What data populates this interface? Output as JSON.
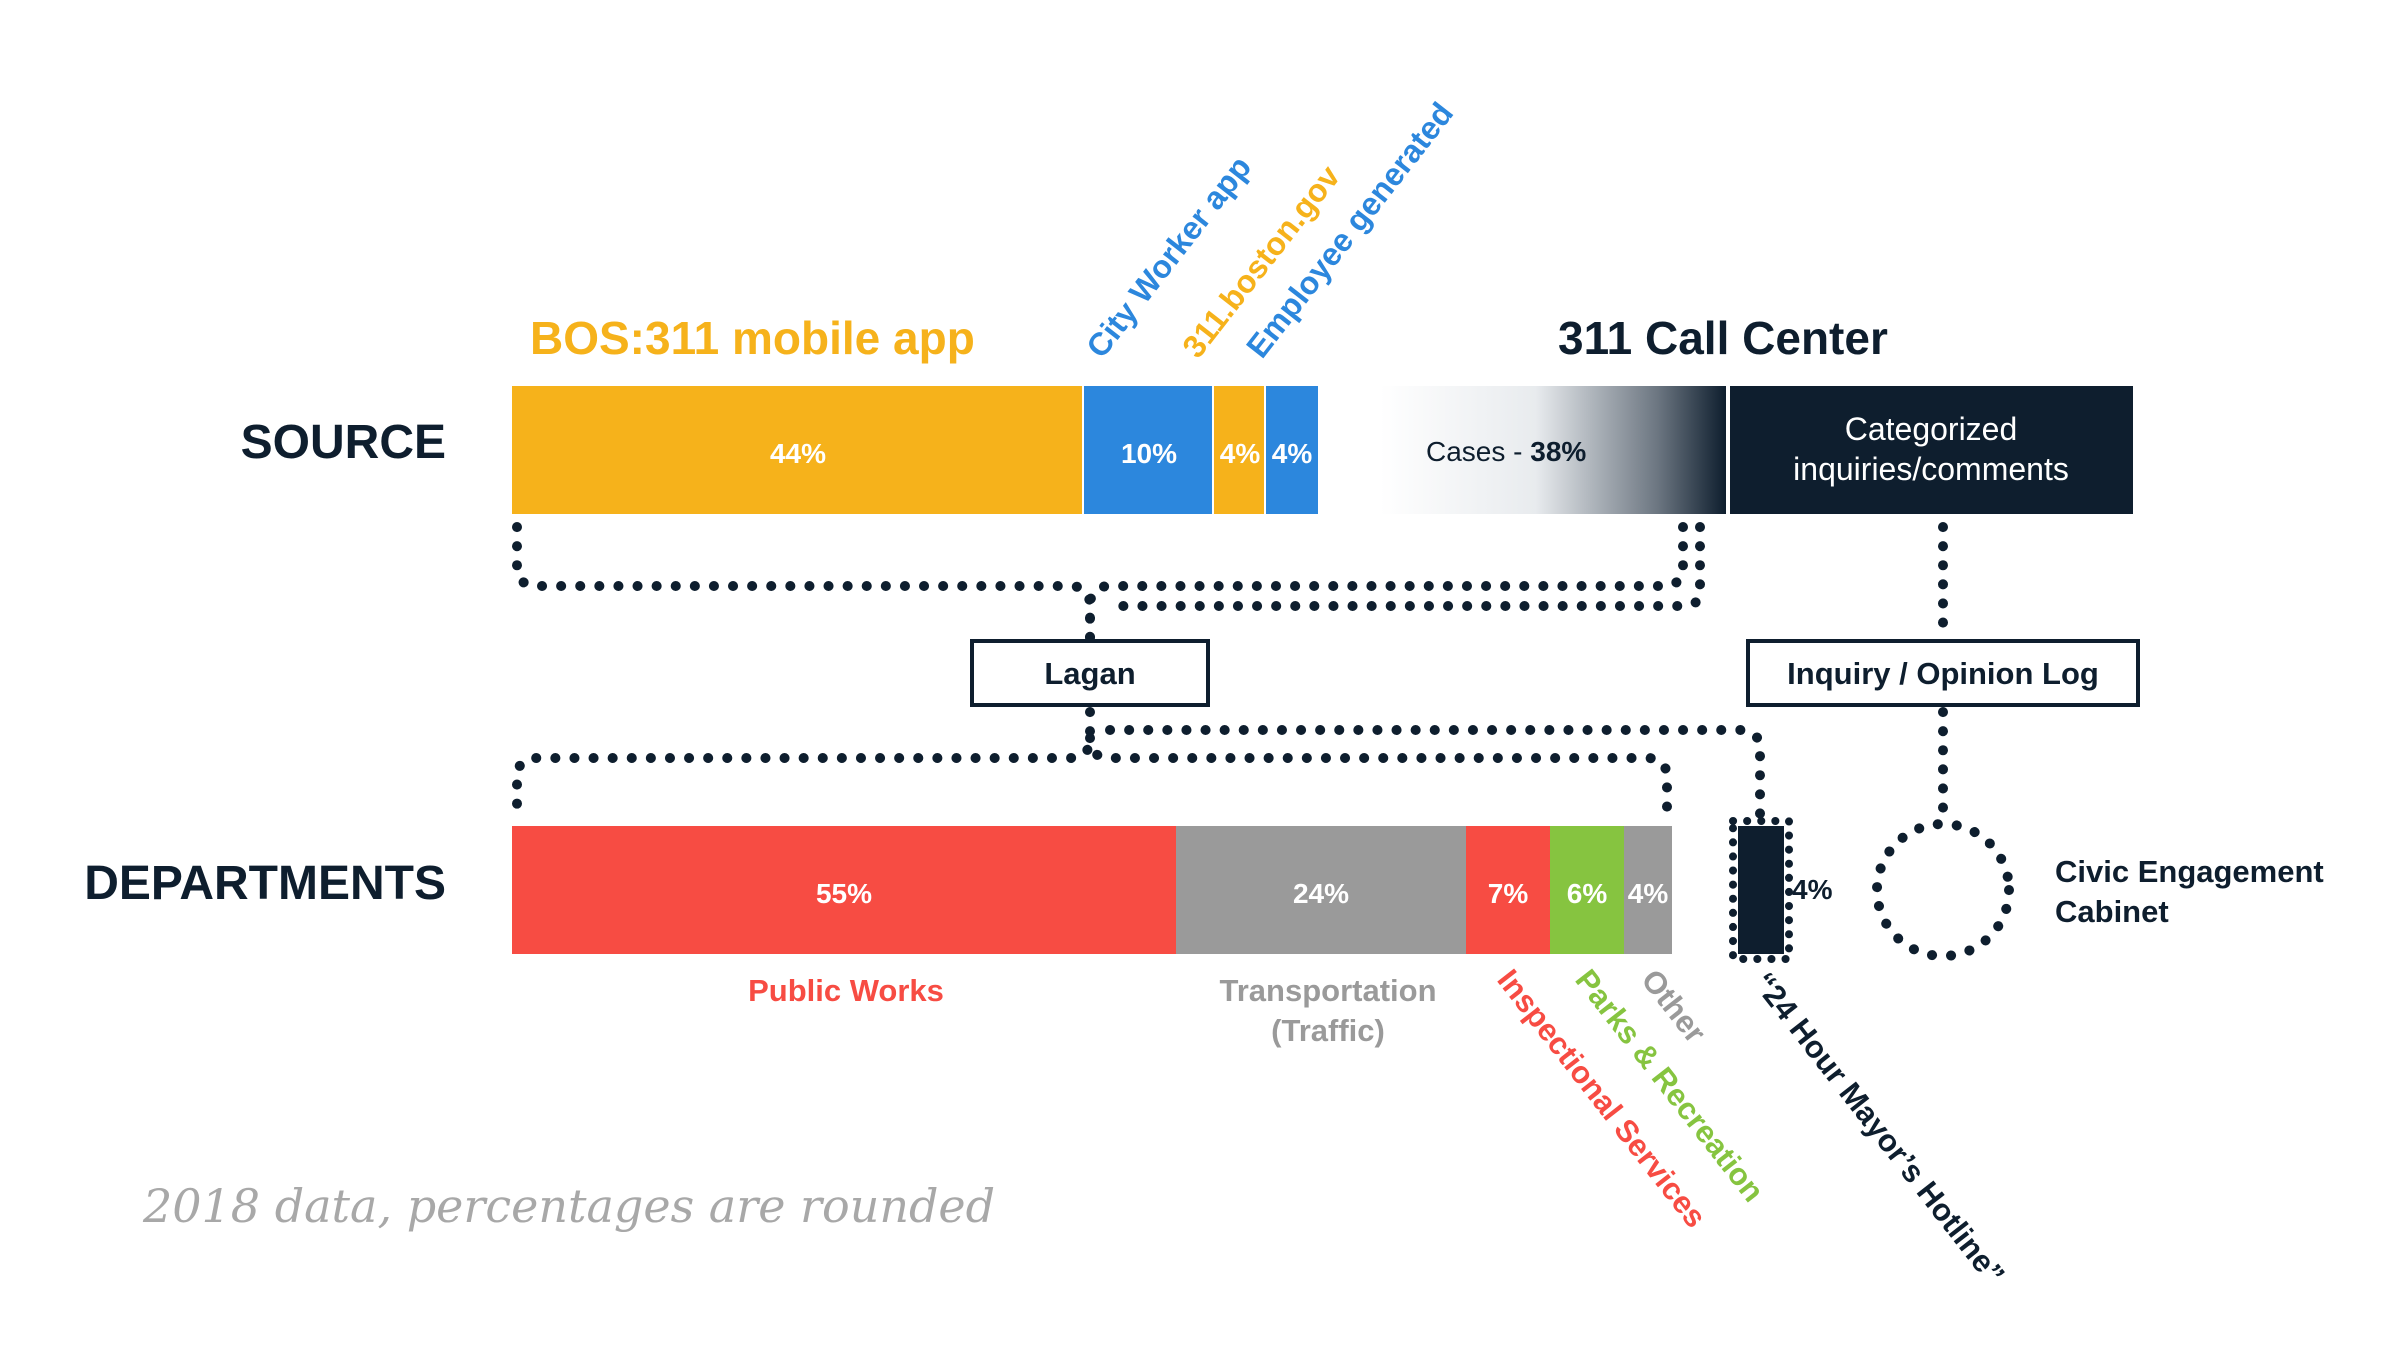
{
  "colors": {
    "navy": "#0e1e2e",
    "gold": "#f6b21b",
    "blue": "#2c87dd",
    "red": "#f74c43",
    "gray": "#9a9a9a",
    "green": "#86c440",
    "white": "#ffffff"
  },
  "labels": {
    "source": "SOURCE",
    "departments": "DEPARTMENTS",
    "lagan": "Lagan",
    "inquiry_log": "Inquiry / Opinion Log",
    "civic_line1": "Civic Engagement",
    "civic_line2": "Cabinet",
    "note": "2018 data, percentages are rounded"
  },
  "source_bar": {
    "heading_mobile": "BOS:311 mobile app",
    "heading_callcenter": "311 Call Center",
    "segments": [
      {
        "name": "BOS:311 mobile app",
        "value": 44,
        "label": "44%",
        "color": "gold"
      },
      {
        "name": "City Worker app",
        "value": 10,
        "label": "10%",
        "color": "blue"
      },
      {
        "name": "311.boston.gov",
        "value": 4,
        "label": "4%",
        "color": "gold"
      },
      {
        "name": "Employee generated",
        "value": 4,
        "label": "4%",
        "color": "blue"
      }
    ],
    "rotated_labels": [
      {
        "text": "City Worker app",
        "color": "blue"
      },
      {
        "text": "311.boston.gov",
        "color": "gold"
      },
      {
        "text": "Employee generated",
        "color": "blue"
      }
    ],
    "cases_prefix": "Cases - ",
    "cases_value": 38,
    "cases_label": "38%",
    "categorized_line1": "Categorized",
    "categorized_line2": "inquiries/comments"
  },
  "departments_bar": {
    "segments": [
      {
        "name": "Public Works",
        "value": 55,
        "label": "55%",
        "color": "red"
      },
      {
        "name": "Transportation (Traffic)",
        "value": 24,
        "label": "24%",
        "color": "gray"
      },
      {
        "name": "Inspectional Services",
        "value": 7,
        "label": "7%",
        "color": "red"
      },
      {
        "name": "Parks & Recreation",
        "value": 6,
        "label": "6%",
        "color": "green"
      },
      {
        "name": "Other",
        "value": 4,
        "label": "4%",
        "color": "gray"
      }
    ],
    "public_works_label": "Public Works",
    "transportation_line1": "Transportation",
    "transportation_line2": "(Traffic)",
    "rotated_labels": [
      {
        "text": "Inspectional Services",
        "color": "red"
      },
      {
        "text": "Parks & Recreation",
        "color": "green"
      },
      {
        "text": "Other",
        "color": "gray"
      }
    ],
    "hotline_value": 4,
    "hotline_label": "4%",
    "hotline_name": "“24 Hour Mayor’s Hotline”"
  }
}
